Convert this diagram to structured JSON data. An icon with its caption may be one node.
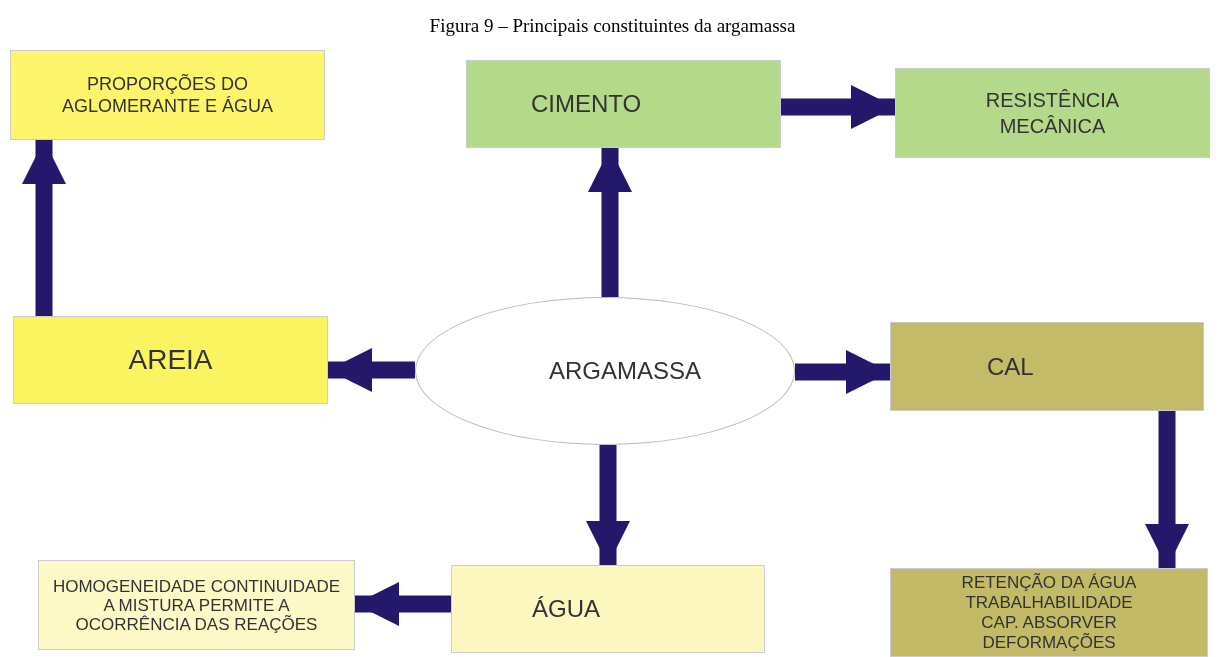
{
  "diagram": {
    "title": "Figura 9 – Principais constituintes da argamassa",
    "nodes": [
      {
        "text": [
          "ARGAMASSA"
        ]
      },
      {
        "text": [
          "CIMENTO"
        ]
      },
      {
        "text": [
          "RESISTÊNCIA MECÂNICA"
        ]
      },
      {
        "text": [
          "PROPORÇÕES DO AGLOMERANTE E ÁGUA"
        ]
      },
      {
        "text": [
          "AREIA"
        ]
      },
      {
        "text": [
          "CAL"
        ]
      },
      {
        "text": [
          "RETENÇÃO DA ÁGUA TRABALHABILIDADE CAP. ABSORVER DEFORMAÇÕES"
        ]
      },
      {
        "text": [
          "ÁGUA"
        ]
      },
      {
        "text": [
          "HOMOGENEIDADE CONTINUIDADE A MISTURA PERMITE A OCORRÊNCIA DAS REAÇÕES"
        ]
      }
    ],
    "edges": [
      {
        "from": 0,
        "to": 1,
        "arrow": "to"
      },
      {
        "from": 1,
        "to": 2,
        "arrow": "to"
      },
      {
        "from": 0,
        "to": 4,
        "arrow": "to"
      },
      {
        "from": 4,
        "to": 3,
        "arrow": "to"
      },
      {
        "from": 0,
        "to": 5,
        "arrow": "to"
      },
      {
        "from": 5,
        "to": 6,
        "arrow": "to"
      },
      {
        "from": 0,
        "to": 7,
        "arrow": "to"
      },
      {
        "from": 7,
        "to": 8,
        "arrow": "to"
      }
    ]
  }
}
